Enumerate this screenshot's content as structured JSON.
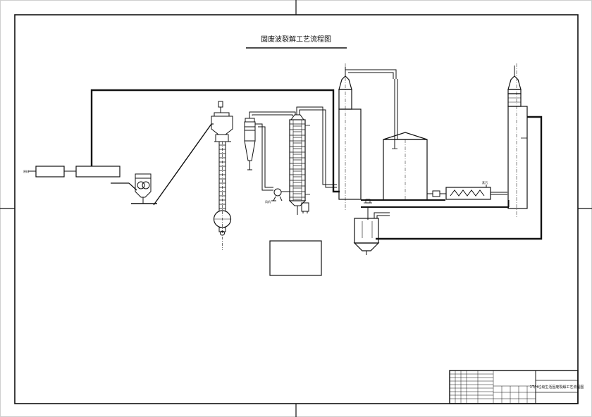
{
  "drawing": {
    "title": "固废波裂解工艺流程图"
  },
  "title_block": {
    "drawing_name": "1T/H垃圾生活固废裂解工艺流程图"
  },
  "labels": {
    "left_inlet": "原料",
    "pump_inlet": "风机",
    "steam": "蒸汽"
  }
}
